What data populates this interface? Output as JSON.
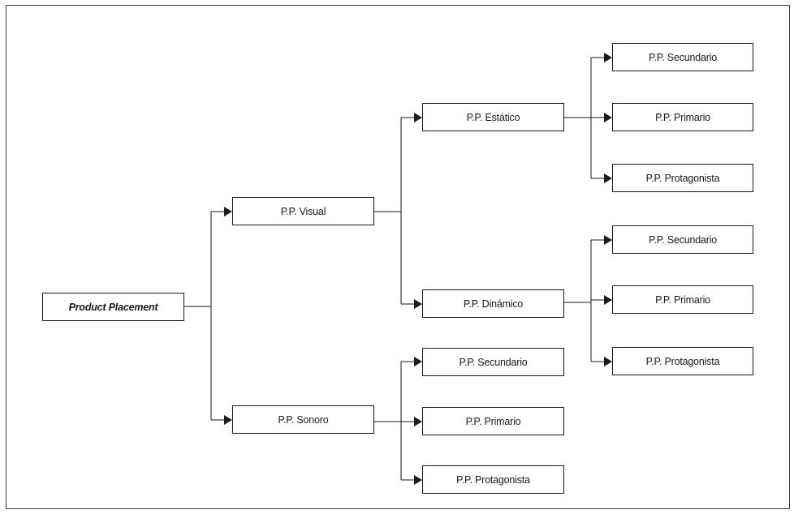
{
  "diagram": {
    "line_color": "#1a1a1a",
    "root": {
      "label": "Product Placement"
    },
    "visual": {
      "label": "P.P. Visual"
    },
    "sonoro": {
      "label": "P.P. Sonoro"
    },
    "estatico": {
      "label": "P.P. Estático"
    },
    "dinamico": {
      "label": "P.P. Dinámico"
    },
    "estatico_children": [
      {
        "label": "P.P. Secundario"
      },
      {
        "label": "P.P. Primario"
      },
      {
        "label": "P.P. Protagonista"
      }
    ],
    "dinamico_children": [
      {
        "label": "P.P. Secundario"
      },
      {
        "label": "P.P. Primario"
      },
      {
        "label": "P.P. Protagonista"
      }
    ],
    "sonoro_children": [
      {
        "label": "P.P. Secundario"
      },
      {
        "label": "P.P. Primario"
      },
      {
        "label": "P.P. Protagonista"
      }
    ]
  }
}
